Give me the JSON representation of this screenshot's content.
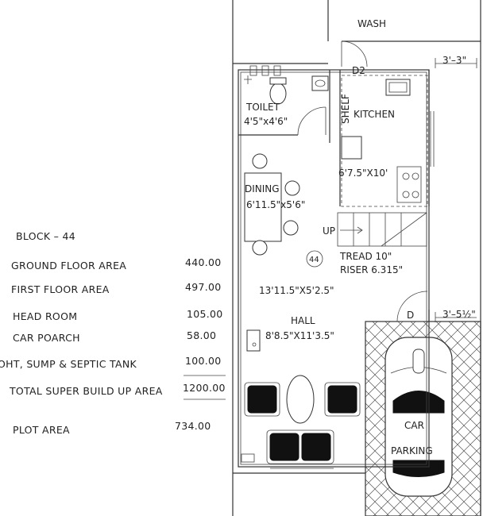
{
  "area_table": {
    "block": "BLOCK – 44",
    "rows": [
      {
        "label": "GROUND FLOOR  AREA",
        "value": "440.00"
      },
      {
        "label": "FIRST FLOOR   AREA",
        "value": "497.00"
      },
      {
        "label": "HEAD ROOM",
        "value": "105.00"
      },
      {
        "label": "CAR POARCH",
        "value": "58.00"
      },
      {
        "label": "OHT, SUMP & SEPTIC TANK",
        "value": "100.00"
      },
      {
        "label": "TOTAL SUPER BUILD UP AREA",
        "value": "1200.00"
      },
      {
        "label": "PLOT AREA",
        "value": "734.00"
      }
    ]
  },
  "rooms": {
    "wash": "WASH",
    "toilet": {
      "name": "TOILET",
      "size": "4'5\"x4'6\""
    },
    "shelf": "SHELF",
    "kitchen": {
      "name": "KITCHEN",
      "size": "6'7.5\"X10'"
    },
    "dining": {
      "name": "DINING",
      "size": "6'11.5\"x5'6\""
    },
    "stair": {
      "up": "UP",
      "tread": "TREAD  10\"",
      "riser": "RISER  6.315\"",
      "size": "13'11.5\"X5'2.5\""
    },
    "hall": {
      "name": "HALL",
      "size": "8'8.5\"X11'3.5\""
    },
    "car": "CAR",
    "parking": "PARKING"
  },
  "marks": {
    "door_d2": "D2",
    "door_d": "D",
    "dim_top": "3'–3\"",
    "dim_side": "3'–5½\"",
    "block_no": "44"
  }
}
